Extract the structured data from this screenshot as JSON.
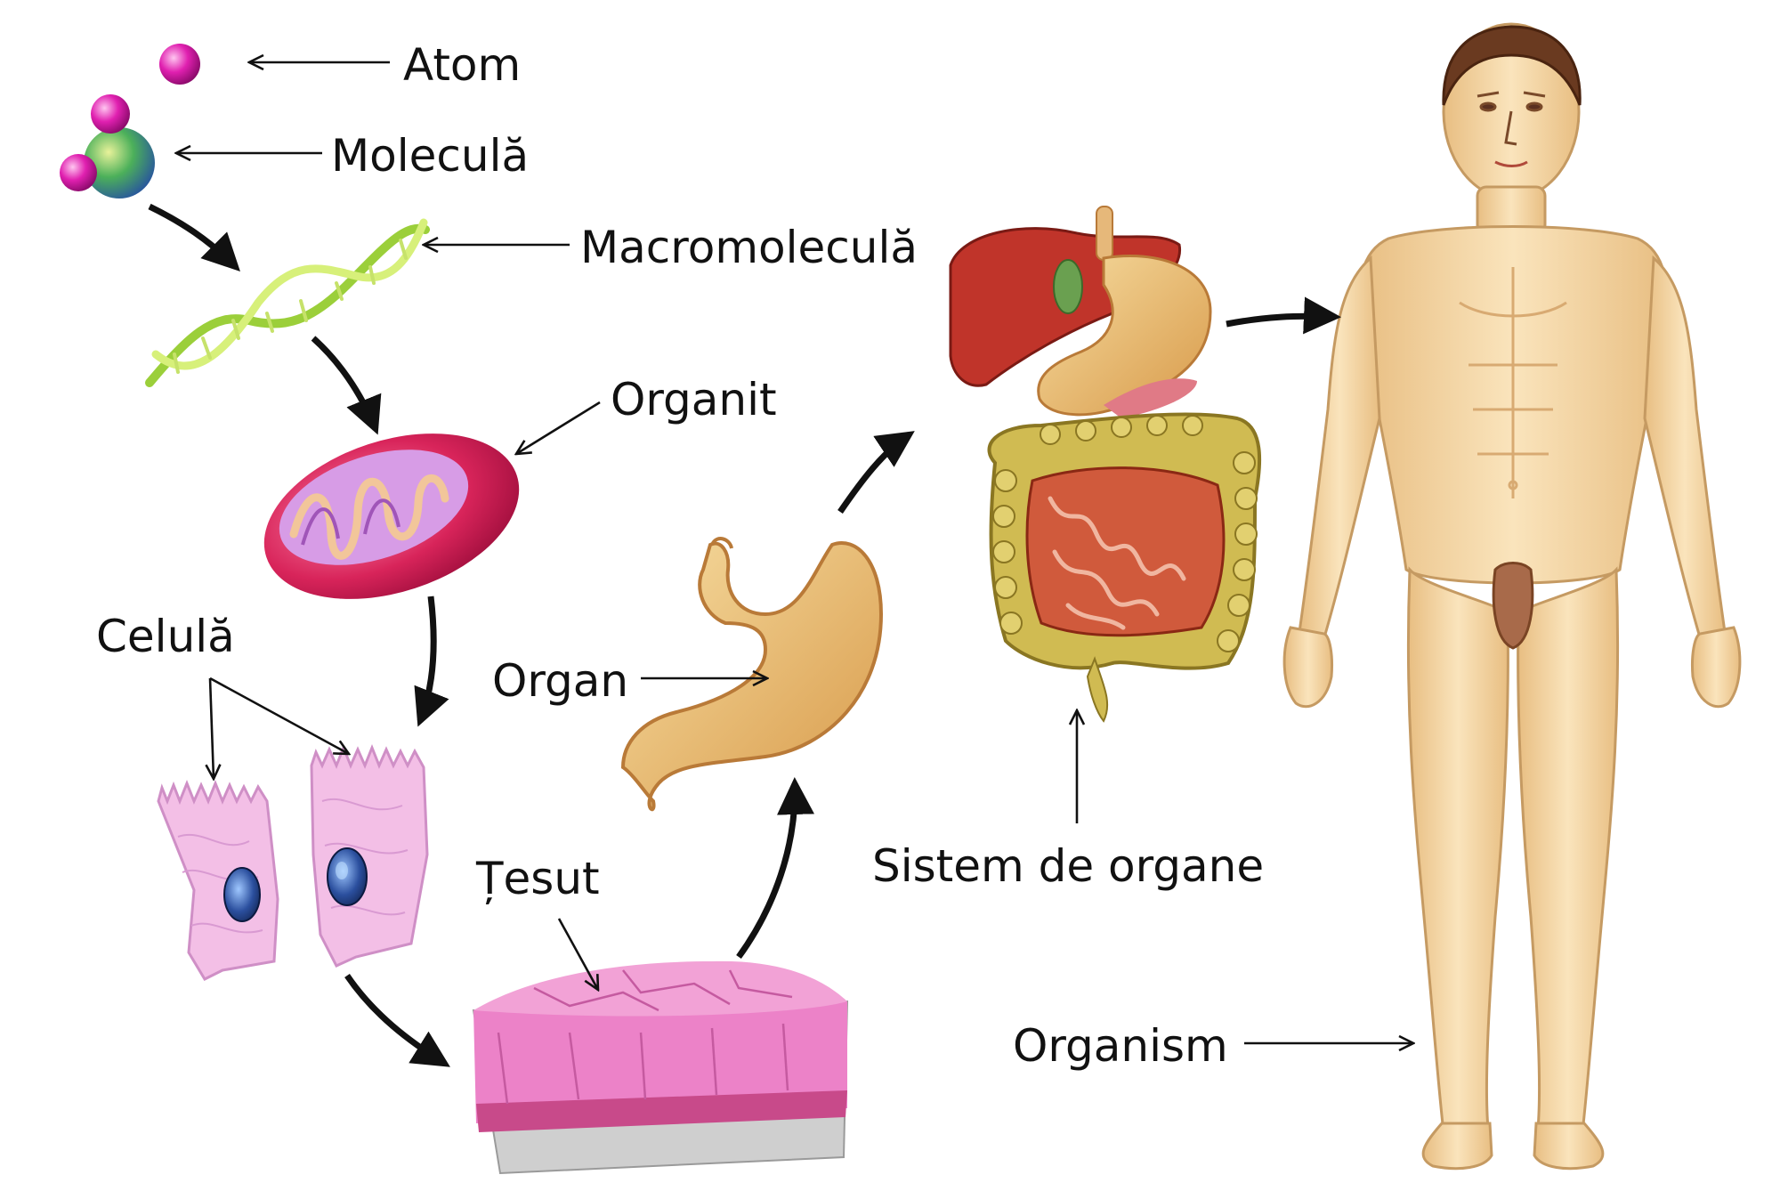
{
  "labels": {
    "atom": "Atom",
    "molecula": "Moleculă",
    "macromolecula": "Macromoleculă",
    "organit": "Organit",
    "celula": "Celulă",
    "organ": "Organ",
    "tesut": "Țesut",
    "sistem": "Sistem de organe",
    "organism": "Organism"
  },
  "colors": {
    "atom": "#e020b0",
    "molecule_center": "#3caa5a",
    "dna": "#b6e05a",
    "mitochondrion": "#d8245a",
    "cell": "#f3bfe6",
    "nucleus": "#2b4f9e",
    "tissue": "#ec82c8",
    "stomach": "#e7b566",
    "liver": "#c0342a",
    "intestine": "#c9b24a",
    "skin": "#f3d7a6",
    "arrow": "#111111"
  }
}
